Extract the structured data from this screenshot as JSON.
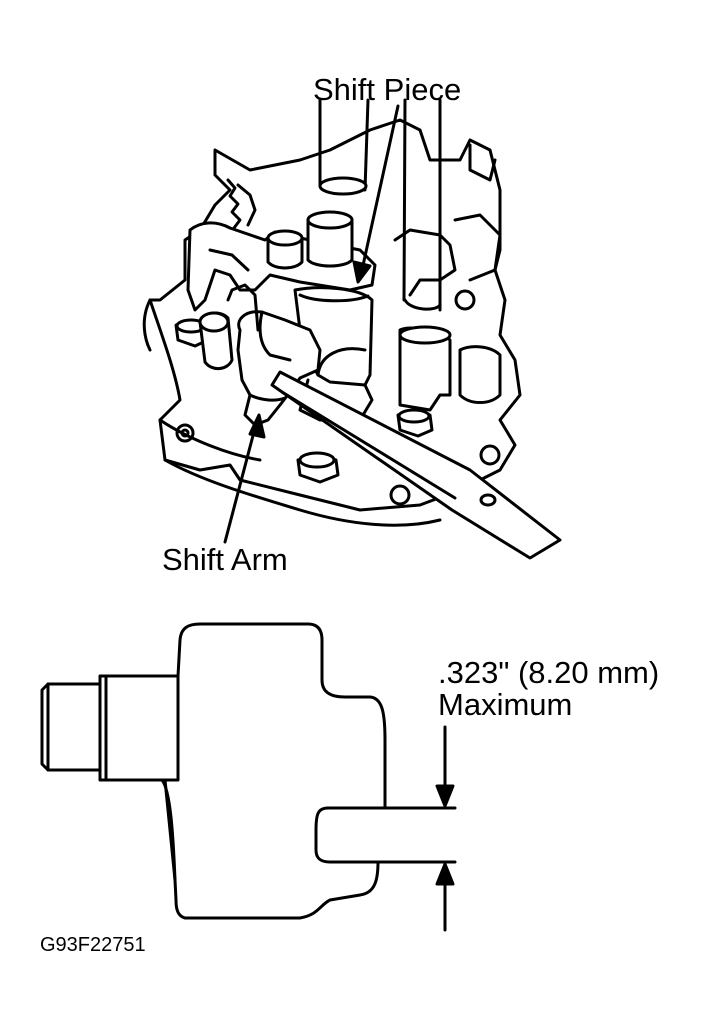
{
  "callouts": {
    "shift_piece": "Shift Piece",
    "shift_arm": "Shift Arm"
  },
  "spec": {
    "value": ".323\" (8.20 mm)",
    "qualifier": "Maximum"
  },
  "figure_id": "G93F22751"
}
